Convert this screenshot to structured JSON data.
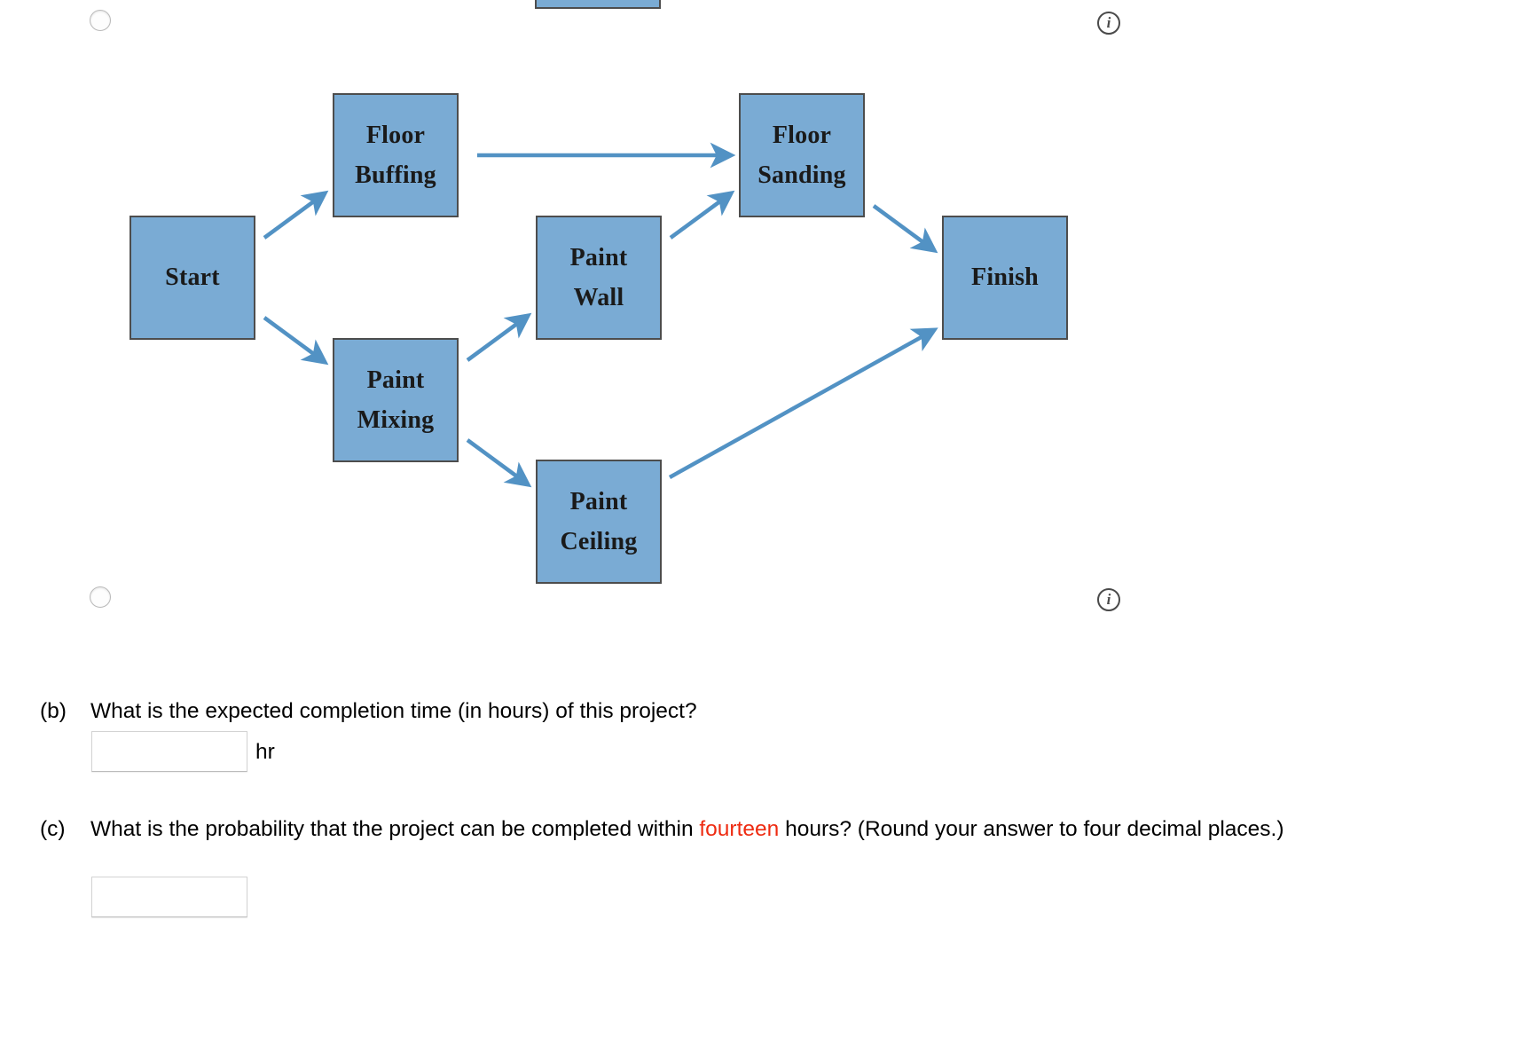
{
  "diagram": {
    "title_absent": true,
    "node_fill": "#7aabd4",
    "node_border": "#4d4d4d",
    "arrow_color": "#5292c4",
    "nodes": [
      {
        "id": "clipped-top",
        "label": "",
        "lines": []
      },
      {
        "id": "start",
        "label": "Start",
        "lines": [
          "Start"
        ]
      },
      {
        "id": "floor-buffing",
        "label": "Floor Buffing",
        "lines": [
          "Floor",
          "Buffing"
        ]
      },
      {
        "id": "paint-mixing",
        "label": "Paint Mixing",
        "lines": [
          "Paint",
          "Mixing"
        ]
      },
      {
        "id": "paint-wall",
        "label": "Paint Wall",
        "lines": [
          "Paint",
          "Wall"
        ]
      },
      {
        "id": "paint-ceiling",
        "label": "Paint Ceiling",
        "lines": [
          "Paint",
          "Ceiling"
        ]
      },
      {
        "id": "floor-sanding",
        "label": "Floor Sanding",
        "lines": [
          "Floor",
          "Sanding"
        ]
      },
      {
        "id": "finish",
        "label": "Finish",
        "lines": [
          "Finish"
        ]
      }
    ],
    "edges": [
      {
        "from": "start",
        "to": "floor-buffing"
      },
      {
        "from": "start",
        "to": "paint-mixing"
      },
      {
        "from": "floor-buffing",
        "to": "floor-sanding"
      },
      {
        "from": "paint-mixing",
        "to": "paint-wall"
      },
      {
        "from": "paint-mixing",
        "to": "paint-ceiling"
      },
      {
        "from": "paint-wall",
        "to": "floor-sanding"
      },
      {
        "from": "floor-sanding",
        "to": "finish"
      },
      {
        "from": "paint-ceiling",
        "to": "finish"
      }
    ]
  },
  "icons": {
    "info_glyph": "i",
    "info_top_name": "info-icon-top",
    "info_bottom_name": "info-icon-bottom"
  },
  "questions": [
    {
      "label": "(b)",
      "text": "What is the expected completion time (in hours) of this project?",
      "input_value": "",
      "unit": "hr"
    },
    {
      "label": "(c)",
      "text_before": "What is the probability that the project can be completed within ",
      "highlight": "fourteen",
      "text_after": " hours? (Round your answer to four decimal places.)",
      "input_value": ""
    }
  ]
}
